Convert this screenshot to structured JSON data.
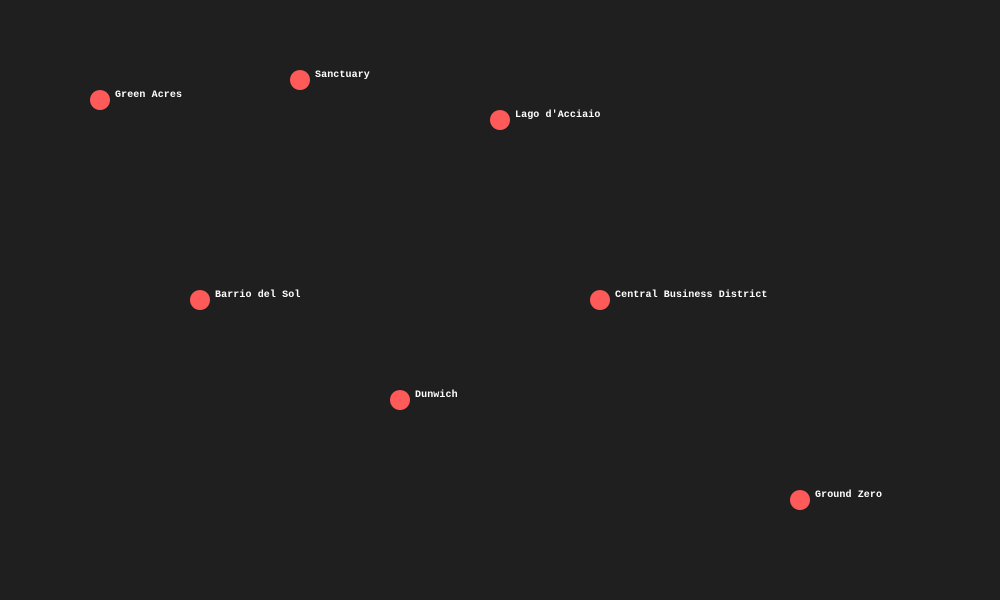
{
  "map": {
    "background_color": "#1f1f1f",
    "marker_color": "#ff5a5a",
    "label_color": "#ffffff",
    "locations": [
      {
        "name": "Green Acres"
      },
      {
        "name": "Sanctuary"
      },
      {
        "name": "Lago d'Acciaio"
      },
      {
        "name": "Barrio del Sol"
      },
      {
        "name": "Central Business District"
      },
      {
        "name": "Dunwich"
      },
      {
        "name": "Ground Zero"
      }
    ]
  }
}
